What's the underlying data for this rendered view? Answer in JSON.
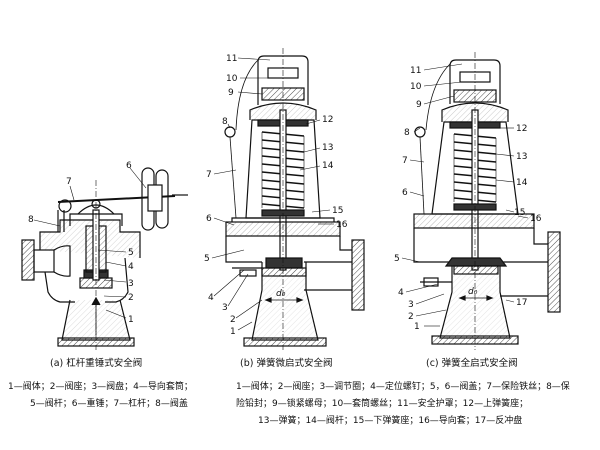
{
  "captions": {
    "a": "(a) 杠杆重锤式安全阀",
    "b": "(b) 弹簧微启式安全阀",
    "c": "(c) 弹簧全启式安全阀"
  },
  "legends": {
    "a": [
      "1—阀体；2—阀座；3—阀盘；4—导向套筒；",
      "5—阀杆；6—重锤；7—杠杆；8—阀盖"
    ],
    "b": [
      "1—阀体；2—阀座；3—调节圈；4—定位螺钉；5，6—阀盖；7—保险铁丝；8—保",
      "险铅封；9—锁紧螺母；10—套筒螺丝；11—安全护罩；12—上弹簧座；",
      "13—弹簧；14—阀杆；15—下弹簧座；16—导向套；17—反冲盘"
    ]
  },
  "callouts": {
    "a": [
      "1",
      "2",
      "3",
      "4",
      "5",
      "6",
      "7",
      "8"
    ],
    "b": [
      "1",
      "2",
      "3",
      "4",
      "5",
      "6",
      "7",
      "8",
      "9",
      "10",
      "11",
      "12",
      "13",
      "14",
      "15",
      "16"
    ],
    "c": [
      "1",
      "2",
      "3",
      "4",
      "5",
      "6",
      "7",
      "8",
      "9",
      "10",
      "11",
      "12",
      "13",
      "14",
      "15",
      "16",
      "17"
    ]
  },
  "symbols": {
    "seat_diameter": "d₀"
  }
}
